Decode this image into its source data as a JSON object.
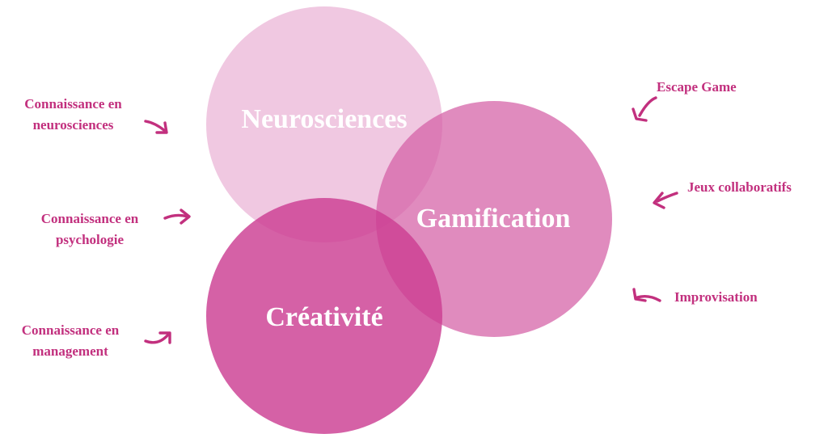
{
  "colors": {
    "neurosciences": "#e7a7cf",
    "gamification": "#d45ea5",
    "creativite": "#cc3e92",
    "text": "#c2307e",
    "arrow": "#c2307e",
    "label": "#ffffff"
  },
  "circles": {
    "neurosciences": {
      "label": "Neurosciences"
    },
    "gamification": {
      "label": "Gamification"
    },
    "creativite": {
      "label": "Créativité"
    }
  },
  "left_items": {
    "neuro": {
      "line1": "Connaissance en",
      "line2": "neurosciences"
    },
    "psy": {
      "line1": "Connaissance en",
      "line2": "psychologie"
    },
    "mgmt": {
      "line1": "Connaissance en",
      "line2": "management"
    }
  },
  "right_items": {
    "escape": "Escape Game",
    "jeux": "Jeux collaboratifs",
    "impro": "Improvisation"
  },
  "icons": {
    "arrows": "curved-arrow-icon"
  }
}
